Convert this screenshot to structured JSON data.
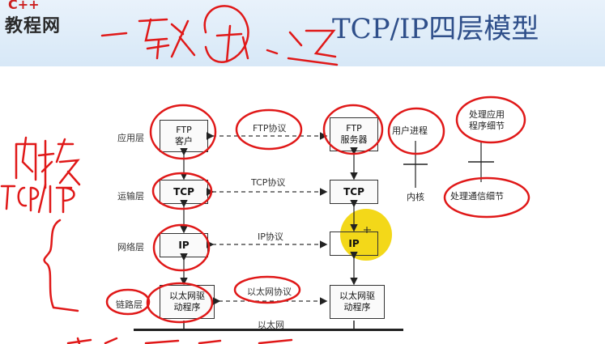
{
  "header": {
    "logo_mark": "C++",
    "logo_text": "教程网",
    "title": "TCP/IP四层模型"
  },
  "layers": {
    "app": "应用层",
    "transport": "运输层",
    "network": "网络层",
    "link": "链路层"
  },
  "client": {
    "ftp_line1": "FTP",
    "ftp_line2": "客户",
    "tcp": "TCP",
    "ip": "IP",
    "eth_line1": "以太网驱",
    "eth_line2": "动程序"
  },
  "server": {
    "ftp_line1": "FTP",
    "ftp_line2": "服务器",
    "tcp": "TCP",
    "ip": "IP",
    "eth_line1": "以太网驱",
    "eth_line2": "动程序"
  },
  "protocols": {
    "ftp": "FTP协议",
    "tcp": "TCP协议",
    "ip": "IP协议",
    "eth": "以太网协议",
    "network": "以太网"
  },
  "side": {
    "user_process": "用户进程",
    "kernel": "内核",
    "app_detail_line1": "处理应用",
    "app_detail_line2": "程序细节",
    "comm_detail": "处理通信细节"
  },
  "handwriting": {
    "top": "一致 加、运",
    "left_top": "内核",
    "left_bottom": "TCP/IP"
  },
  "colors": {
    "ink": "#e01818",
    "highlight": "#f2d400",
    "title": "#2f4f8a"
  }
}
